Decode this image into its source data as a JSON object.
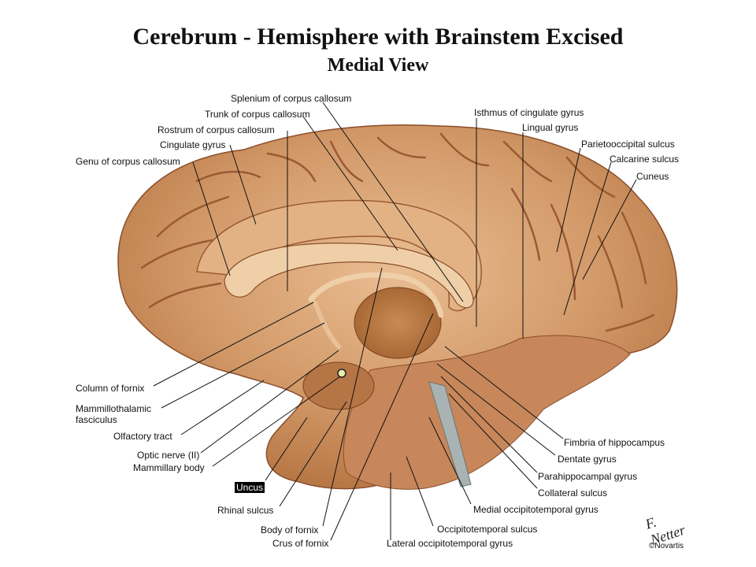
{
  "title": "Cerebrum - Hemisphere with Brainstem Excised",
  "subtitle": "Medial View",
  "labels": [
    "Splenium of corpus callosum",
    "Trunk of corpus callosum",
    "Rostrum of corpus callosum",
    "Cingulate gyrus",
    "Genu of corpus callosum",
    "Isthmus of cingulate gyrus",
    "Lingual gyrus",
    "Parietooccipital sulcus",
    "Calcarine sulcus",
    "Cuneus",
    "Column of fornix",
    "Mammillothalamic",
    "fasciculus",
    "Olfactory tract",
    "Optic nerve (II)",
    "Mammillary body",
    "Uncus",
    "Rhinal sulcus",
    "Body of fornix",
    "Crus of fornix",
    "Lateral occipitotemporal gyrus",
    "Occipitotemporal sulcus",
    "Medial occipitotemporal gyrus",
    "Collateral sulcus",
    "Parahippocampal gyrus",
    "Dentate gyrus",
    "Fimbria of hippocampus"
  ],
  "credit": {
    "signature": "F. Netter",
    "copyright": "©Novartis"
  },
  "colors": {
    "brain": "#d39a69",
    "gyrus_highlight": "#e7b98c",
    "sulcus": "#9a5a33",
    "thalamus": "#a9682f",
    "leader": "#111111"
  }
}
